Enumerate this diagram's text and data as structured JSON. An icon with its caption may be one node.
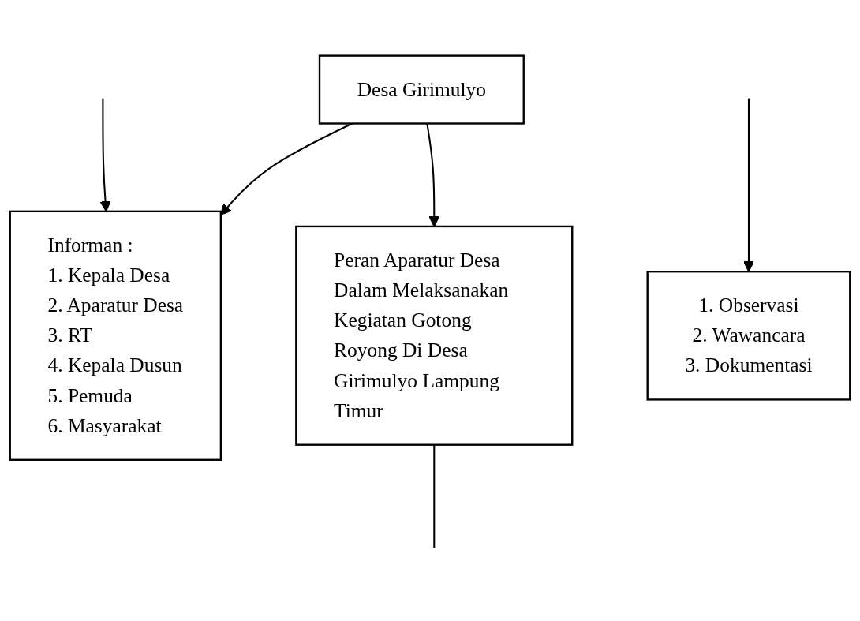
{
  "diagram": {
    "nodes": [
      {
        "text": [
          "Desa Girimulyo"
        ]
      },
      {
        "text": [
          "Informan :",
          "1. Kepala Desa",
          "2. Aparatur Desa",
          "3. RT",
          "4. Kepala Dusun",
          "5. Pemuda",
          "6. Masyarakat"
        ]
      },
      {
        "text": [
          "1. Observasi",
          "2. Wawancara",
          "3. Dokumentasi"
        ]
      },
      {
        "text": [
          "Peran Aparatur Desa Dalam Melaksanakan Kegiatan Gotong Royong Di Desa Girimulyo Lampung Timur"
        ]
      }
    ],
    "edges": [
      {
        "from": 0,
        "to": 1,
        "arrow": "to"
      },
      {
        "from": null,
        "to": 2,
        "arrow": "to"
      },
      {
        "from": 0,
        "to": 3,
        "arrow": "to"
      },
      {
        "from": null,
        "to": 1,
        "arrow": "to"
      },
      {
        "from": 3,
        "to": null,
        "arrow": "none"
      }
    ]
  }
}
